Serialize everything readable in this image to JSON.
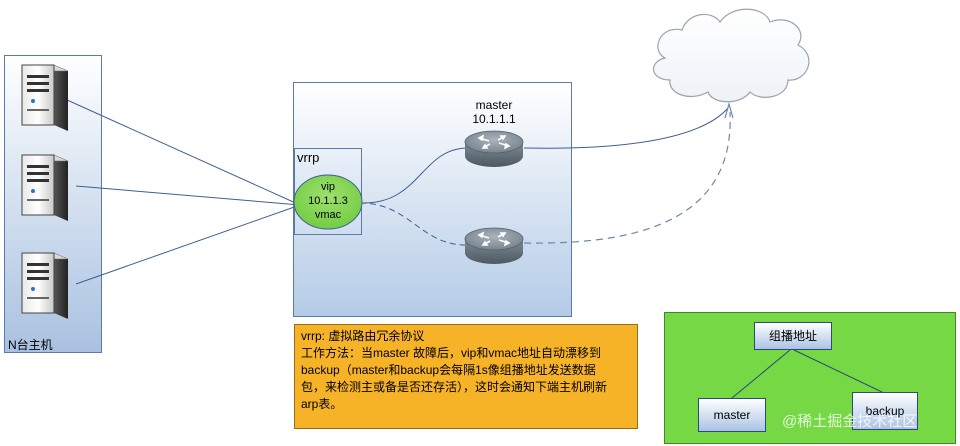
{
  "hosts_panel": {
    "label": "N台主机"
  },
  "vrrp": {
    "label": "vrrp",
    "vip_lines": [
      "vip",
      "10.1.1.3",
      "vmac"
    ]
  },
  "master_router": {
    "lines": [
      "master",
      "10.1.1.1"
    ]
  },
  "note": {
    "lines": [
      "vrrp: 虚拟路由冗余协议",
      "工作方法：当master 故障后，vip和vmac地址自动漂移到",
      "backup（master和backup会每隔1s像组播地址发送数据",
      "包，来检测主或备是否还存活），这时会通知下端主机刷新",
      "arp表。"
    ]
  },
  "multicast": {
    "root": "组播地址",
    "master": "master",
    "backup": "backup"
  },
  "watermark": "@稀土掘金技术社区",
  "colors": {
    "link": "#3e5f92",
    "note_bg": "#f7b327",
    "multicast_bg": "#76d845",
    "vip_fill": "#7ed34c"
  }
}
